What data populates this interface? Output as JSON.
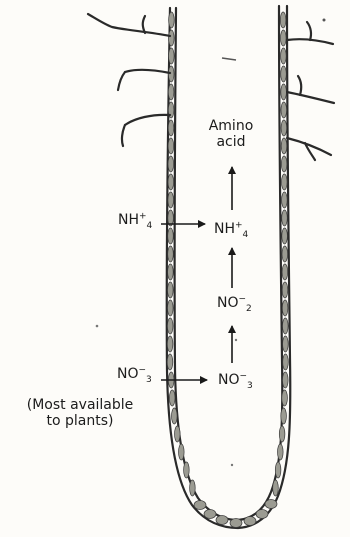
{
  "labels": {
    "amino_acid_line1": "Amino",
    "amino_acid_line2": "acid",
    "nh4_outside": {
      "base": "NH",
      "sub": "4",
      "sup": "+"
    },
    "nh4_inside": {
      "base": "NH",
      "sub": "4",
      "sup": "+"
    },
    "no2_inside": {
      "base": "NO",
      "sub": "2",
      "sup": "−"
    },
    "no3_outside": {
      "base": "NO",
      "sub": "3",
      "sup": "−"
    },
    "no3_inside": {
      "base": "NO",
      "sub": "3",
      "sup": "−"
    },
    "note_line1": "(Most available",
    "note_line2": "to plants)"
  },
  "colors": {
    "outline": "#2a2a2a",
    "cell_fill": "#9b9b92",
    "background": "#fdfcf9"
  }
}
